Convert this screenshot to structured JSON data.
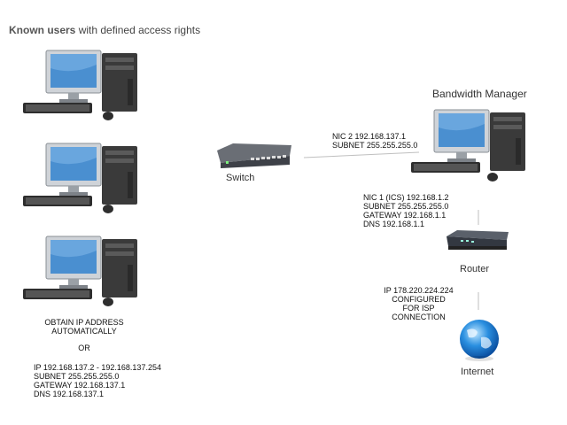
{
  "title": {
    "bold": "Known users",
    "rest": " with defined access rights"
  },
  "labels": {
    "switch": "Switch",
    "bandwidth_manager": "Bandwidth Manager",
    "router": "Router",
    "internet": "Internet"
  },
  "bm_upper": [
    "NIC 2 192.168.137.1",
    "SUBNET 255.255.255.0"
  ],
  "bm_lower": [
    "NIC 1 (ICS) 192.168.1.2",
    "SUBNET 255.255.255.0",
    "GATEWAY 192.168.1.1",
    "DNS 192.168.1.1"
  ],
  "isp": [
    "IP 178.220.224.224",
    "CONFIGURED",
    "FOR ISP",
    "CONNECTION"
  ],
  "client_auto": [
    "OBTAIN IP ADDRESS",
    "AUTOMATICALLY"
  ],
  "client_or": "OR",
  "client_static": [
    "IP 192.168.137.2 - 192.168.137.254",
    "SUBNET 255.255.255.0",
    "GATEWAY 192.168.137.1",
    "DNS 192.168.137.1"
  ],
  "colors": {
    "screen": "#4a8fd0",
    "case": "#3a3a3a",
    "switch_body": "#4a4a52",
    "router_body": "#3a3f48",
    "globe": "#2a8fe0",
    "line": "#b8b8b8"
  }
}
